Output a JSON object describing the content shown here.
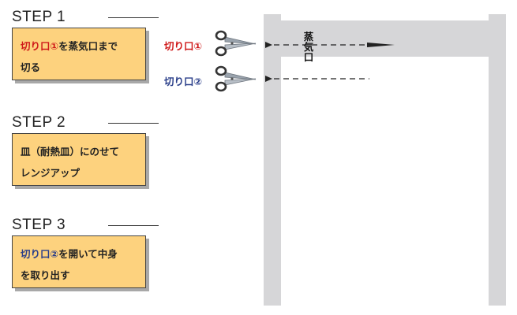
{
  "steps": [
    {
      "title": "STEP 1",
      "line1": [
        {
          "text": "切り口①",
          "color": "red"
        },
        {
          "text": "を蒸気口まで",
          "color": "black"
        }
      ],
      "line2": "切る"
    },
    {
      "title": "STEP 2",
      "line1": [
        {
          "text": "皿（耐熱皿）にのせて",
          "color": "black"
        }
      ],
      "line2": "レンジアップ"
    },
    {
      "title": "STEP 3",
      "line1": [
        {
          "text": "切り口②",
          "color": "blue"
        },
        {
          "text": "を開いて中身",
          "color": "black"
        }
      ],
      "line2": "を取り出す"
    }
  ],
  "cuts": [
    {
      "label": "切り口①",
      "color": "#cf1a1a"
    },
    {
      "label": "切り口②",
      "color": "#2b3f8a"
    }
  ],
  "vent_label": [
    "蒸",
    "気",
    "口"
  ],
  "colors": {
    "box_fill": "#fdd27e",
    "bag_gray": "#d6d6d8",
    "cut1": "#cf1a1a",
    "cut2": "#2b3f8a",
    "scissors_blade": "#9aa3ad"
  },
  "icons": [
    "scissors-icon",
    "arrow-right-icon"
  ]
}
